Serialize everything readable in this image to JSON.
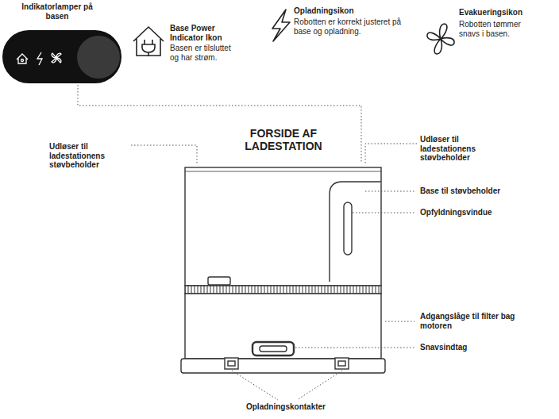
{
  "diagram": {
    "title": "FORSIDE AF LADESTATION",
    "labels": [
      "Indikatorlamper på basen",
      "Base Power Indicator Ikon",
      "Basen er tilsluttet og har strøm.",
      "Opladningsikon",
      "Robotten er korrekt justeret på base og opladning.",
      "Evakueringsikon",
      "Robotten tømmer snavs i basen.",
      "Udløser til ladestationens støvbeholder",
      "Udløser til ladestationens støvbeholder",
      "Base til støvbeholder",
      "Opfyldningsvindue",
      "Adgangslåge til filter bag motoren",
      "Snavsindtag",
      "Opladningskontakter"
    ]
  }
}
